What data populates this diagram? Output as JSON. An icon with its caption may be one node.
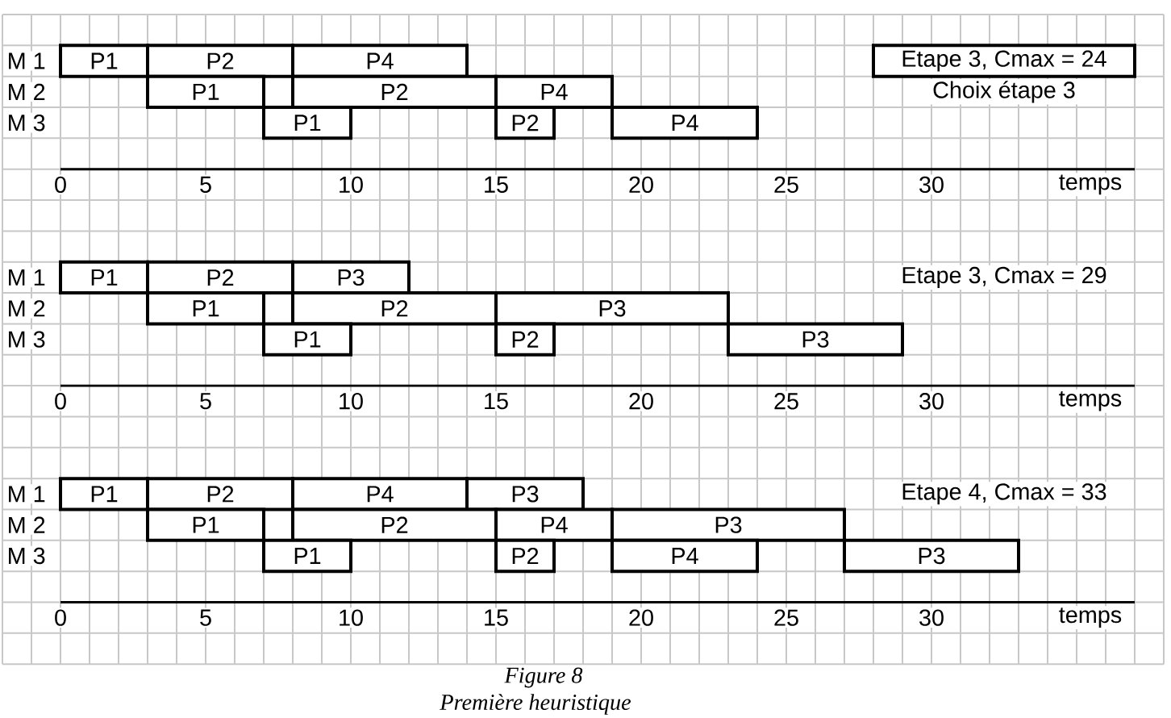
{
  "diagram": {
    "caption": "Première heuristique",
    "nodes": [
      {
        "text": [
          "P1"
        ]
      },
      {
        "text": [
          "P2"
        ]
      },
      {
        "text": [
          "P4"
        ]
      },
      {
        "text": [
          "Etape 3, Cmax = 24"
        ],
        "beside": [
          "Choix étape 3"
        ]
      },
      {
        "text": [
          "P1"
        ]
      },
      {
        "text": [
          "P2"
        ]
      },
      {
        "text": [
          "P4"
        ]
      },
      {
        "text": [
          "P1"
        ]
      },
      {
        "text": [
          "P2"
        ]
      },
      {
        "text": [
          "P4"
        ]
      },
      {
        "text": [
          "P1"
        ]
      },
      {
        "text": [
          "P2"
        ]
      },
      {
        "text": [
          "P3"
        ]
      },
      {
        "text": [
          "P1"
        ]
      },
      {
        "text": [
          "P2"
        ]
      },
      {
        "text": [
          "P3"
        ]
      },
      {
        "text": [
          "P1"
        ]
      },
      {
        "text": [
          "P2"
        ]
      },
      {
        "text": [
          "P3"
        ]
      },
      {
        "text": [
          "P1"
        ]
      },
      {
        "text": [
          "P2"
        ]
      },
      {
        "text": [
          "P4"
        ]
      },
      {
        "text": [
          "P3"
        ]
      },
      {
        "text": [
          "P1"
        ]
      },
      {
        "text": [
          "P2"
        ]
      },
      {
        "text": [
          "P4"
        ]
      },
      {
        "text": [
          "P3"
        ]
      },
      {
        "text": [
          "P1"
        ]
      },
      {
        "text": [
          "P2"
        ]
      },
      {
        "text": [
          "P4"
        ]
      },
      {
        "text": [
          "P3"
        ]
      }
    ],
    "labels": [
      "M 1",
      "M 2",
      "M 3",
      "0",
      "5",
      "10",
      "15",
      "20",
      "25",
      "30",
      "temps",
      "M 1",
      "Etape 3, Cmax = 29",
      "M 2",
      "M 3",
      "0",
      "5",
      "10",
      "15",
      "20",
      "25",
      "30",
      "temps",
      "M 1",
      "Etape 4, Cmax = 33",
      "M 2",
      "M 3",
      "0",
      "5",
      "10",
      "15",
      "20",
      "25",
      "30",
      "temps",
      "Figure 8"
    ]
  }
}
